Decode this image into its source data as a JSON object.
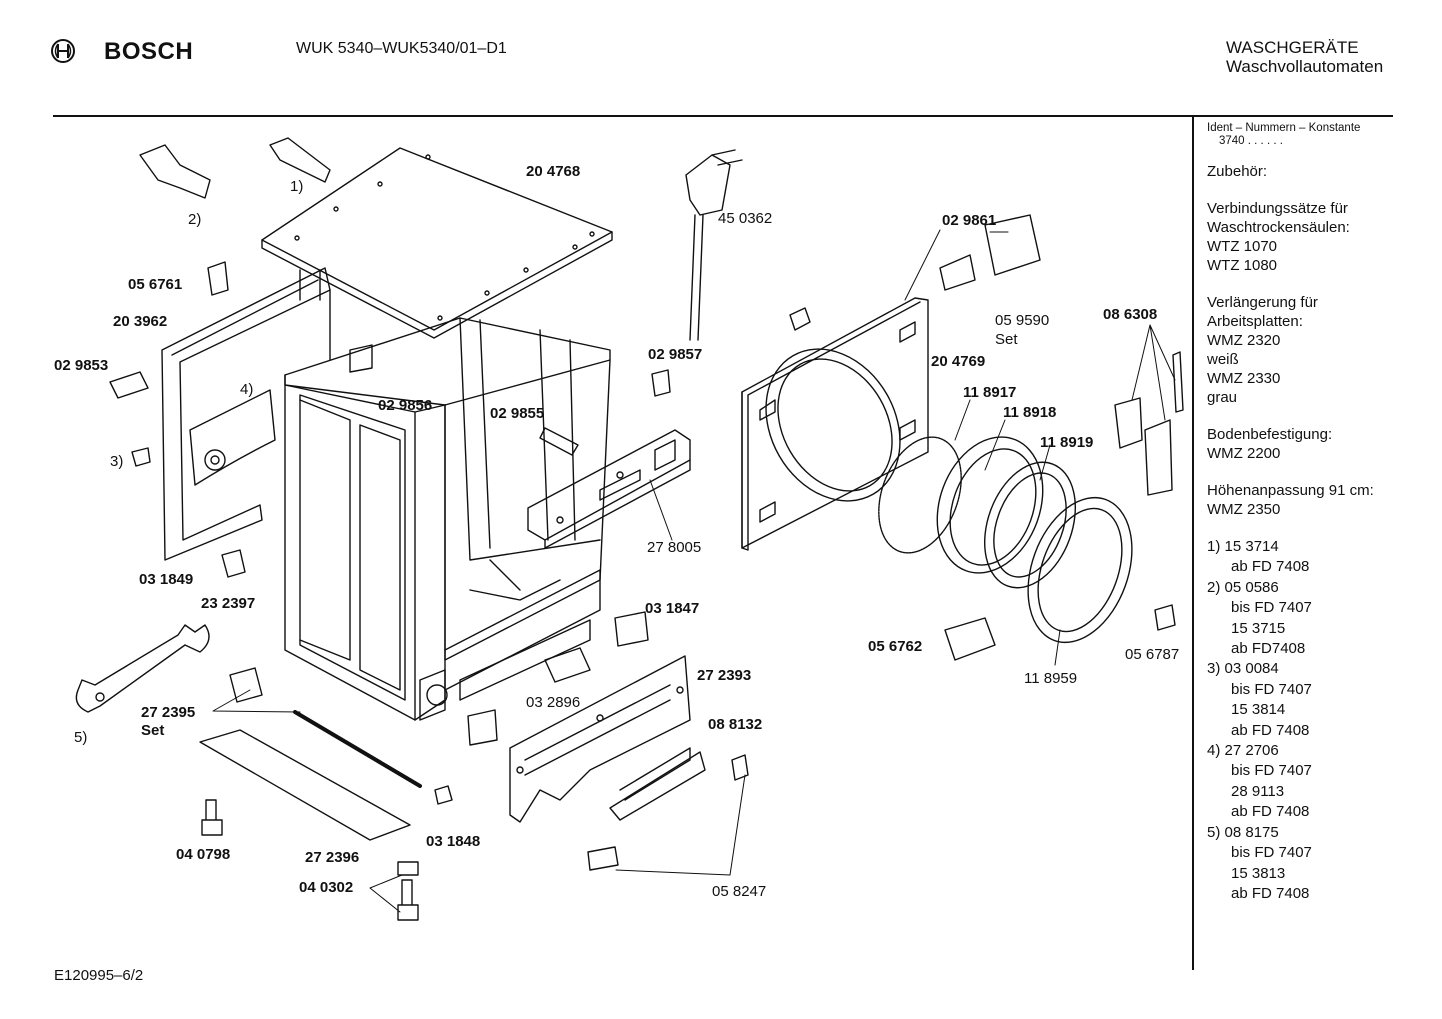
{
  "header": {
    "brand": "BOSCH",
    "model": "WUK 5340–WUK5340/01–D1",
    "category": "WASCHGERÄTE",
    "subcategory": "Waschvollautomaten"
  },
  "footer": {
    "doc_id": "E120995–6/2"
  },
  "sidebar": {
    "ident_title": "Ident – Nummern – Konstante",
    "ident_value": "3740  .  .  .  .  .  .",
    "accessories_title": "Zubehör:",
    "groups": [
      {
        "lines": [
          "Verbindungssätze für",
          "Waschtrockensäulen:",
          "WTZ 1070",
          "WTZ 1080"
        ]
      },
      {
        "lines": [
          "Verlängerung für",
          "Arbeitsplatten:",
          "WMZ 2320",
          "weiß",
          "WMZ 2330",
          "grau"
        ]
      },
      {
        "lines": [
          "Bodenbefestigung:",
          "WMZ 2200"
        ]
      },
      {
        "lines": [
          "Höhenanpassung 91 cm:",
          "WMZ 2350"
        ]
      }
    ],
    "notes": [
      {
        "marker": "1)",
        "lines": [
          "15 3714",
          "ab FD 7408"
        ]
      },
      {
        "marker": "2)",
        "lines": [
          "05 0586",
          "bis FD 7407",
          "15 3715",
          "ab FD7408"
        ]
      },
      {
        "marker": "3)",
        "lines": [
          "03 0084",
          "bis FD 7407",
          "15 3814",
          "ab FD 7408"
        ]
      },
      {
        "marker": "4)",
        "lines": [
          "27 2706",
          "bis FD 7407",
          "28 9113",
          "ab FD 7408"
        ]
      },
      {
        "marker": "5)",
        "lines": [
          "08 8175",
          "bis FD 7407",
          "15 3813",
          "ab FD 7408"
        ]
      }
    ]
  },
  "parts": {
    "p204768": "20 4768",
    "p450362": "45 0362",
    "p029861": "02 9861",
    "p059590": "05 9590",
    "set1": "Set",
    "p086308": "08 6308",
    "p056761": "05 6761",
    "p203962": "20 3962",
    "p029853": "02 9853",
    "p029857": "02 9857",
    "p029856": "02 9856",
    "p029855": "02 9855",
    "p204769": "20 4769",
    "p118917": "11 8917",
    "p118918": "11 8918",
    "p118919": "11 8919",
    "p278005": "27 8005",
    "p031849": "03 1849",
    "p232397": "23 2397",
    "p031847": "03 1847",
    "p056762": "05 6762",
    "p056787": "05 6787",
    "p118959": "11 8959",
    "p272393": "27 2393",
    "p032896": "03 2896",
    "p272395": "27 2395",
    "set2": "Set",
    "p088132": "08 8132",
    "p040798": "04 0798",
    "p272396": "27 2396",
    "p031848": "03 1848",
    "p040302": "04 0302",
    "p058247": "05 8247",
    "fn1": "1)",
    "fn2": "2)",
    "fn3": "3)",
    "fn4": "4)",
    "fn5": "5)"
  }
}
